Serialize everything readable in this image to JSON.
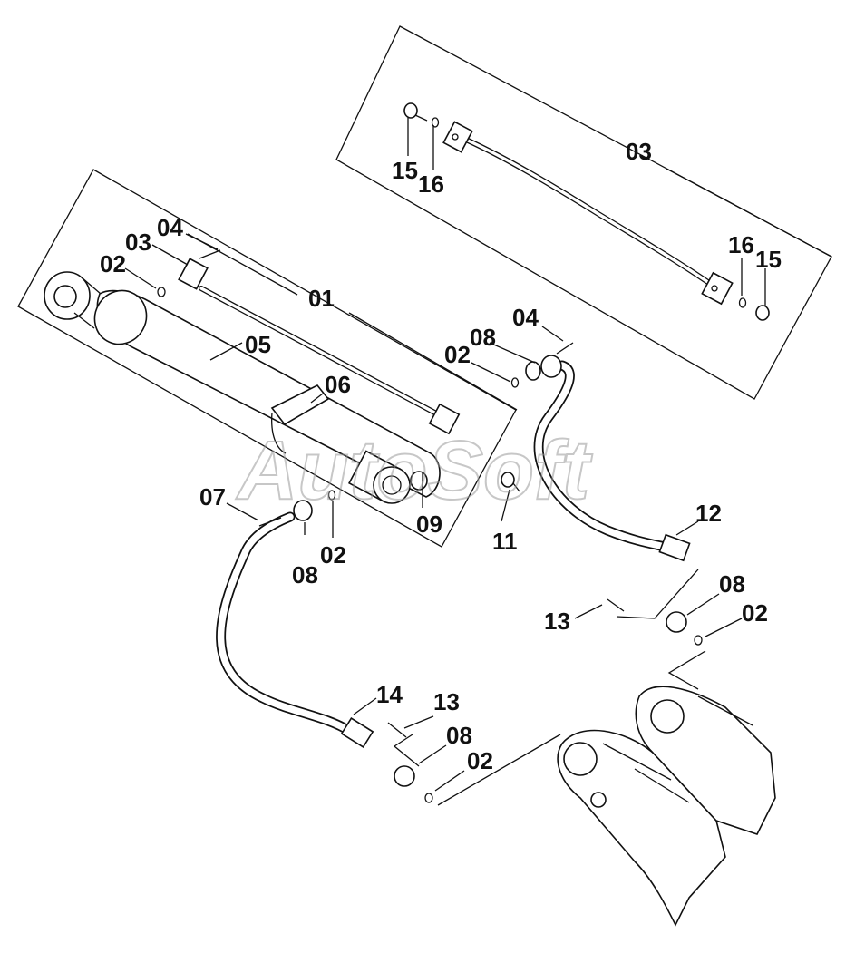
{
  "watermark": "AutoSoft",
  "callouts": [
    {
      "id": "c-15a",
      "text": "15"
    },
    {
      "id": "c-16a",
      "text": "16"
    },
    {
      "id": "c-03a",
      "text": "03"
    },
    {
      "id": "c-16b",
      "text": "16"
    },
    {
      "id": "c-15b",
      "text": "15"
    },
    {
      "id": "c-04a",
      "text": "04"
    },
    {
      "id": "c-03b",
      "text": "03"
    },
    {
      "id": "c-02a",
      "text": "02"
    },
    {
      "id": "c-01",
      "text": "01"
    },
    {
      "id": "c-05",
      "text": "05"
    },
    {
      "id": "c-06",
      "text": "06"
    },
    {
      "id": "c-04b",
      "text": "04"
    },
    {
      "id": "c-08a",
      "text": "08"
    },
    {
      "id": "c-02b",
      "text": "02"
    },
    {
      "id": "c-07",
      "text": "07"
    },
    {
      "id": "c-09",
      "text": "09"
    },
    {
      "id": "c-11",
      "text": "11"
    },
    {
      "id": "c-08b",
      "text": "08"
    },
    {
      "id": "c-02c",
      "text": "02"
    },
    {
      "id": "c-12",
      "text": "12"
    },
    {
      "id": "c-13a",
      "text": "13"
    },
    {
      "id": "c-08c",
      "text": "08"
    },
    {
      "id": "c-02d",
      "text": "02"
    },
    {
      "id": "c-14",
      "text": "14"
    },
    {
      "id": "c-13b",
      "text": "13"
    },
    {
      "id": "c-08d",
      "text": "08"
    },
    {
      "id": "c-02e",
      "text": "02"
    }
  ]
}
